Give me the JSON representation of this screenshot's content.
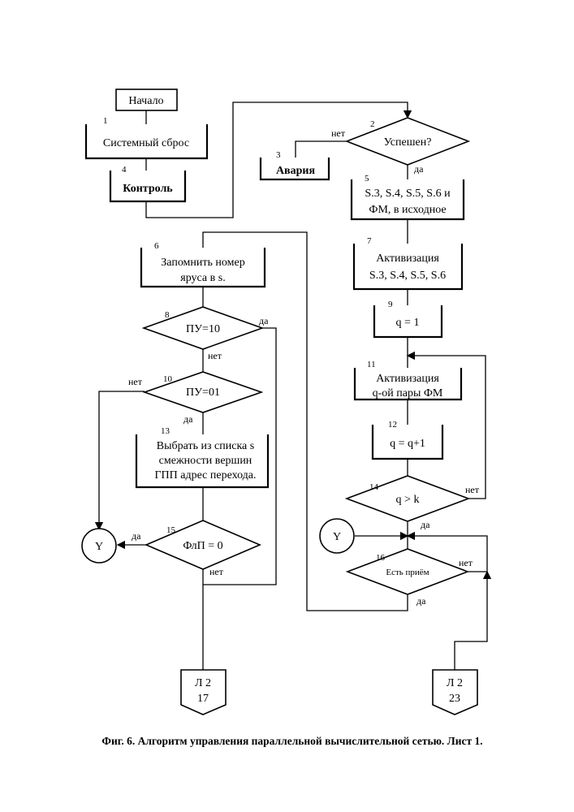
{
  "blocks": {
    "start": "Начало",
    "b1": {
      "num": "1",
      "text": "Системный сброс"
    },
    "b2": {
      "num": "2",
      "text": "Успешен?",
      "no": "нет",
      "yes": "да"
    },
    "b3": {
      "num": "3",
      "text": "Авария"
    },
    "b4": {
      "num": "4",
      "text": "Контроль"
    },
    "b5": {
      "num": "5",
      "line1": "S.3, S.4, S.5, S.6 и",
      "line2": "ФМ, в исходное"
    },
    "b6": {
      "num": "6",
      "line1": "Запомнить номер",
      "line2": "яруса в s."
    },
    "b7": {
      "num": "7",
      "line1": "Активизация",
      "line2": "S.3, S.4, S.5, S.6"
    },
    "b8": {
      "num": "8",
      "text": "ПУ=10",
      "yes": "да",
      "no": "нет"
    },
    "b9": {
      "num": "9",
      "text": "q = 1"
    },
    "b10": {
      "num": "10",
      "text": "ПУ=01",
      "no": "нет",
      "yes": "да"
    },
    "b11": {
      "num": "11",
      "line1": "Активизация",
      "line2": "q-ой пары ФМ"
    },
    "b12": {
      "num": "12",
      "text": "q = q+1"
    },
    "b13": {
      "num": "13",
      "line1": "Выбрать из списка s",
      "line2": "смежности вершин",
      "line3": "ГПП адрес перехода."
    },
    "b14": {
      "num": "14",
      "text": "q > k",
      "no": "нет",
      "yes": "да"
    },
    "b15": {
      "num": "15",
      "text": "ФлП = 0",
      "yes": "да",
      "no": "нет"
    },
    "b16": {
      "num": "16",
      "text": "Есть приём",
      "no": "нет",
      "yes": "да"
    },
    "connY1": "Y",
    "connY2": "Y",
    "off1": {
      "line1": "Л 2",
      "line2": "17"
    },
    "off2": {
      "line1": "Л 2",
      "line2": "23"
    }
  },
  "caption": "Фиг. 6. Алгоритм управления параллельной вычислительной сетью. Лист 1."
}
